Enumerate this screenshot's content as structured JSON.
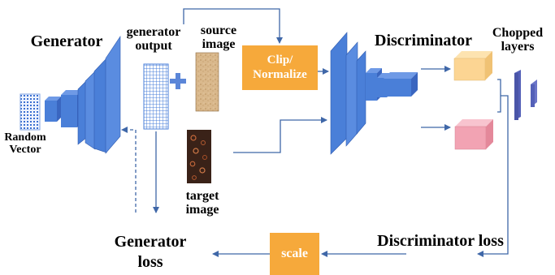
{
  "labels": {
    "generator": "Generator",
    "generator_output": "generator output",
    "source_image": "source image",
    "discriminator": "Discriminator",
    "chopped_layers": "Chopped layers",
    "random_vector": "Random Vector",
    "target_image": "target image",
    "generator_loss": "Generator loss",
    "discriminator_loss": "Discriminator loss"
  },
  "boxes": {
    "clip_normalize": "Clip/ Normalize",
    "scale": "scale"
  },
  "plus_sign": "+",
  "colors": {
    "arrow": "#3f67a8",
    "box_orange": "#f6a93b",
    "layer_blue": "#4a7fd8",
    "layer_blue_dark": "#3a66c0",
    "feature_yellow": "#fcd593",
    "feature_pink": "#f2a3b3",
    "chopped_blue": "#5460b8"
  }
}
